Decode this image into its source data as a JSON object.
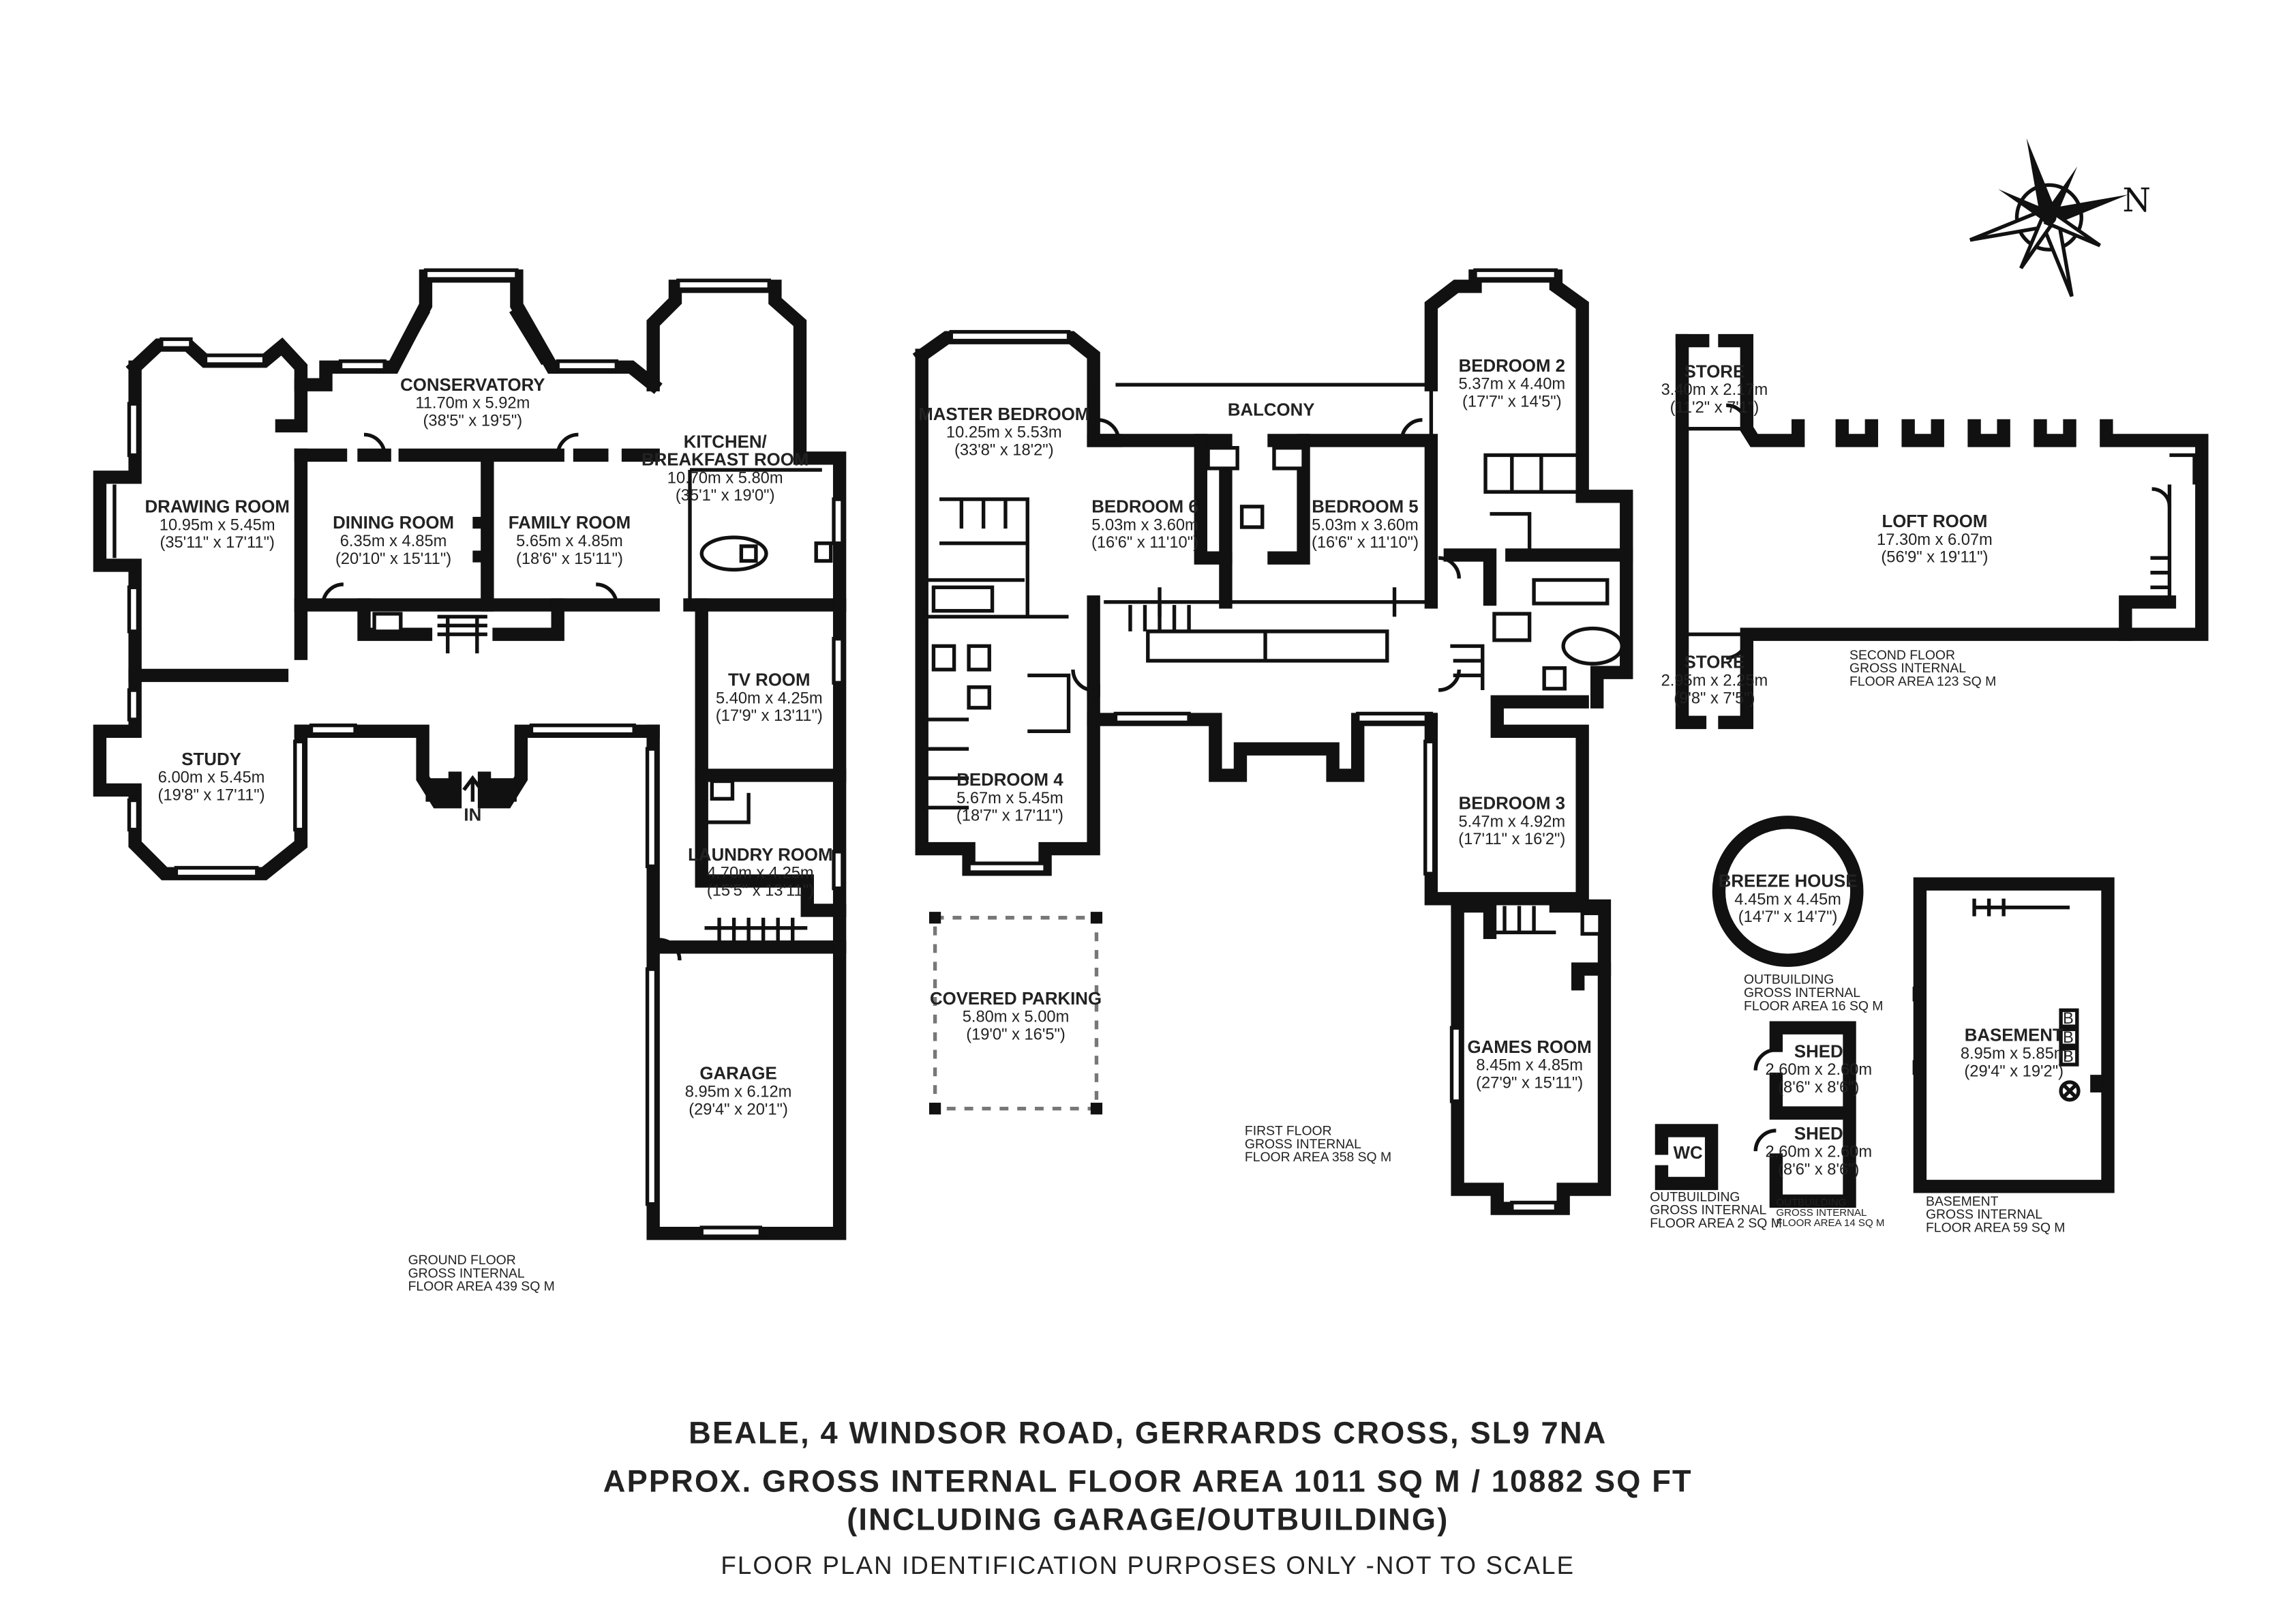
{
  "rooms": {
    "drawing_room": {
      "name": "DRAWING ROOM",
      "metric": "10.95m x 5.45m",
      "imperial": "(35'11\" x 17'11\")"
    },
    "study": {
      "name": "STUDY",
      "metric": "6.00m x 5.45m",
      "imperial": "(19'8\" x 17'11\")"
    },
    "conservatory": {
      "name": "CONSERVATORY",
      "metric": "11.70m x 5.92m",
      "imperial": "(38'5\" x 19'5\")"
    },
    "dining_room": {
      "name": "DINING ROOM",
      "metric": "6.35m x 4.85m",
      "imperial": "(20'10\" x 15'11\")"
    },
    "family_room": {
      "name": "FAMILY ROOM",
      "metric": "5.65m x 4.85m",
      "imperial": "(18'6\" x 15'11\")"
    },
    "kitchen": {
      "name": "KITCHEN/",
      "name2": "BREAKFAST ROOM",
      "metric": "10.70m x 5.80m",
      "imperial": "(35'1\" x 19'0\")"
    },
    "tv_room": {
      "name": "TV ROOM",
      "metric": "5.40m x 4.25m",
      "imperial": "(17'9\" x 13'11\")"
    },
    "laundry_room": {
      "name": "LAUNDRY ROOM",
      "metric": "4.70m x 4.25m",
      "imperial": "(15'5\" x 13'11\")"
    },
    "garage": {
      "name": "GARAGE",
      "metric": "8.95m x 6.12m",
      "imperial": "(29'4\" x 20'1\")"
    },
    "master_bedroom": {
      "name": "MASTER BEDROOM",
      "metric": "10.25m x 5.53m",
      "imperial": "(33'8\" x 18'2\")"
    },
    "bedroom6": {
      "name": "BEDROOM 6",
      "metric": "5.03m x 3.60m",
      "imperial": "(16'6\" x 11'10\")"
    },
    "bedroom5": {
      "name": "BEDROOM 5",
      "metric": "5.03m x 3.60m",
      "imperial": "(16'6\" x 11'10\")"
    },
    "bedroom4": {
      "name": "BEDROOM 4",
      "metric": "5.67m x 5.45m",
      "imperial": "(18'7\" x 17'11\")"
    },
    "bedroom2": {
      "name": "BEDROOM 2",
      "metric": "5.37m x 4.40m",
      "imperial": "(17'7\" x 14'5\")"
    },
    "bedroom3": {
      "name": "BEDROOM 3",
      "metric": "5.47m x 4.92m",
      "imperial": "(17'11\" x 16'2\")"
    },
    "balcony": {
      "name": "BALCONY"
    },
    "covered_parking": {
      "name": "COVERED PARKING",
      "metric": "5.80m x 5.00m",
      "imperial": "(19'0\" x 16'5\")"
    },
    "games_room": {
      "name": "GAMES ROOM",
      "metric": "8.45m x 4.85m",
      "imperial": "(27'9\" x 15'11\")"
    },
    "store1": {
      "name": "STORE",
      "metric": "3.40m x 2.17m",
      "imperial": "(11'2\" x 7'1\")"
    },
    "store2": {
      "name": "STORE",
      "metric": "2.95m x 2.25m",
      "imperial": "(9'8\" x 7'5\")"
    },
    "loft_room": {
      "name": "LOFT ROOM",
      "metric": "17.30m x 6.07m",
      "imperial": "(56'9\" x 19'11\")"
    },
    "breeze_house": {
      "name": "BREEZE HOUSE",
      "metric": "4.45m x 4.45m",
      "imperial": "(14'7\" x 14'7\")"
    },
    "shed1": {
      "name": "SHED",
      "metric": "2.60m x 2.60m",
      "imperial": "(8'6\" x 8'6\")"
    },
    "shed2": {
      "name": "SHED",
      "metric": "2.60m x 2.60m",
      "imperial": "(8'6\" x 8'6\")"
    },
    "basement": {
      "name": "BASEMENT",
      "metric": "8.95m x 5.85m",
      "imperial": "(29'4\" x 19'2\")"
    },
    "wc": {
      "name": "WC"
    },
    "in_marker": {
      "name": "IN"
    },
    "boiler": {
      "b1": "B",
      "b2": "B",
      "b3": "B"
    }
  },
  "floor_labels": {
    "ground": {
      "l1": "GROUND FLOOR",
      "l2": "GROSS INTERNAL",
      "l3": "FLOOR AREA 439 SQ M"
    },
    "first": {
      "l1": "FIRST FLOOR",
      "l2": "GROSS INTERNAL",
      "l3": "FLOOR AREA 358 SQ M"
    },
    "second": {
      "l1": "SECOND FLOOR",
      "l2": "GROSS INTERNAL",
      "l3": "FLOOR AREA 123 SQ M"
    },
    "outbuilding16": {
      "l1": "OUTBUILDING",
      "l2": "GROSS INTERNAL",
      "l3": "FLOOR AREA 16 SQ M"
    },
    "outbuilding2": {
      "l1": "OUTBUILDING",
      "l2": "GROSS INTERNAL",
      "l3": "FLOOR AREA 2 SQ M"
    },
    "outbuilding14": {
      "l1": "OUTBUILDING",
      "l2": "GROSS INTERNAL",
      "l3": "FLOOR AREA 14 SQ M"
    },
    "basement": {
      "l1": "BASEMENT",
      "l2": "GROSS INTERNAL",
      "l3": "FLOOR AREA 59 SQ M"
    }
  },
  "compass": {
    "north": "N"
  },
  "footer": {
    "address": "BEALE, 4 WINDSOR ROAD, GERRARDS CROSS, SL9 7NA",
    "area": "APPROX. GROSS INTERNAL FLOOR AREA 1011 SQ M / 10882 SQ FT",
    "including": "(INCLUDING GARAGE/OUTBUILDING)",
    "disclaimer": "FLOOR PLAN IDENTIFICATION PURPOSES ONLY -NOT TO SCALE"
  }
}
